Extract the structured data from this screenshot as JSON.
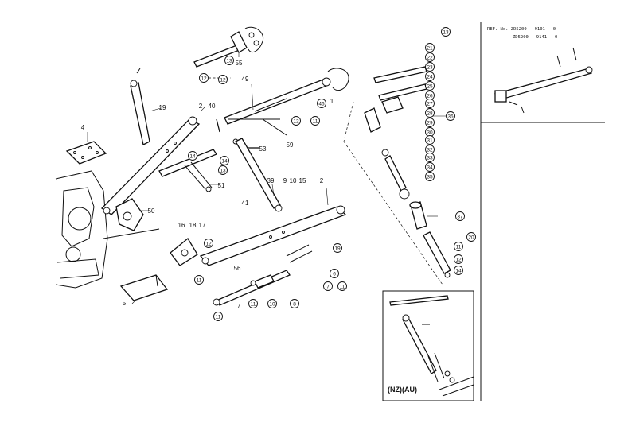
{
  "reference": {
    "line1": "REF. No. ZD5200 - 9101 - 0",
    "line2": "ZD5200 - 9141 - 0"
  },
  "inset_label": "(NZ)(AU)",
  "callouts": {
    "plain": {
      "p19": "19",
      "p2a": "2",
      "p4": "4",
      "p40": "40",
      "p49": "49",
      "p55": "55",
      "p1": "1",
      "p53": "53",
      "p59": "59",
      "p51": "51",
      "p50": "50",
      "p41": "41",
      "p39": "39",
      "p9": "9",
      "p10": "10",
      "p15": "15",
      "p2b": "2",
      "p16": "16",
      "p18": "18",
      "p17": "17",
      "p56": "56",
      "p5": "5",
      "p7": "7"
    },
    "circled": {
      "c_top1": "13",
      "c_top2": "12",
      "c_top3": "12",
      "c_rt1": "46",
      "c_rt2": "12",
      "c_rt3": "11",
      "c_mid1": "14",
      "c_mid2": "13",
      "c_mid3": "14",
      "c_low1": "19",
      "c_low2": "12",
      "c_low3": "11",
      "c_low4": "11",
      "c_low5": "11",
      "c_low6": "10",
      "c_low7": "8",
      "c_low8": "6",
      "c_low9": "7",
      "c_low10": "11",
      "s1": "21",
      "s2": "22",
      "s3": "23",
      "s4": "24",
      "s5": "25",
      "s6": "26",
      "s7": "27",
      "s8": "28",
      "s9": "29",
      "s10": "30",
      "s11": "31",
      "s12": "32",
      "s13": "33",
      "s14": "34",
      "s15": "35",
      "s16": "36",
      "s17": "37",
      "s18": "20",
      "s19": "11",
      "s20": "12",
      "s21": "13",
      "s22": "14"
    }
  }
}
